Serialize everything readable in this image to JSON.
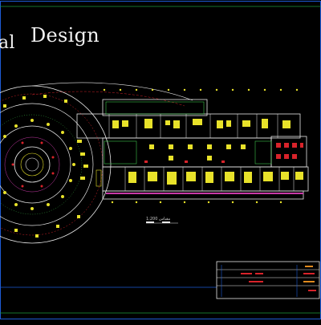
{
  "title": {
    "prefix": "al",
    "main": "Design"
  },
  "plan": {
    "scale_text": "مقیاس 1:200",
    "colors": {
      "background": "#000000",
      "frame": "#1d5bd6",
      "frame_green": "#1e9b3a",
      "walls": "#e8e8e8",
      "furniture": "#e8e22a",
      "red": "#d8232a",
      "green": "#3dc24a",
      "magenta": "#c93aa8",
      "cyan": "#2bd6d6",
      "orange": "#e08a1e"
    }
  },
  "title_block": {
    "rows": 4
  }
}
